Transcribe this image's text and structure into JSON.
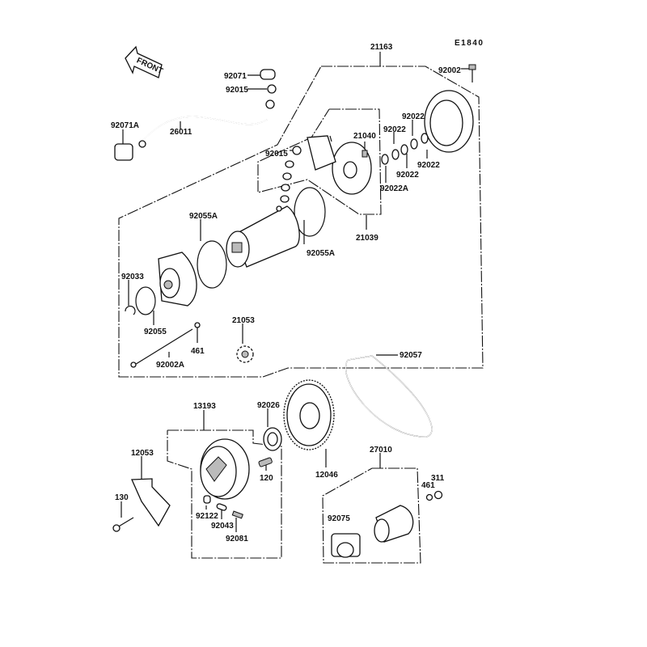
{
  "diagram": {
    "code": "E1840",
    "front_label": "FRONT",
    "labels": {
      "p21163": "21163",
      "p92002": "92002",
      "p92071": "92071",
      "p92015a": "92015",
      "p92071A": "92071A",
      "p26011": "26011",
      "p21040": "21040",
      "p92022a": "92022",
      "p92022b": "92022",
      "p92022c": "92022",
      "p92022d": "92022",
      "p92022A": "92022A",
      "p92015b": "92015",
      "p21039": "21039",
      "p92055Aa": "92055A",
      "p92055Ab": "92055A",
      "p92033": "92033",
      "p92055": "92055",
      "p461a": "461",
      "p92002A": "92002A",
      "p21053": "21053",
      "p92057": "92057",
      "p13193": "13193",
      "p92026": "92026",
      "p12053": "12053",
      "p120": "120",
      "p12046": "12046",
      "p27010": "27010",
      "p311": "311",
      "p461b": "461",
      "p130": "130",
      "p92122": "92122",
      "p92043": "92043",
      "p92081": "92081",
      "p92075": "92075"
    }
  }
}
